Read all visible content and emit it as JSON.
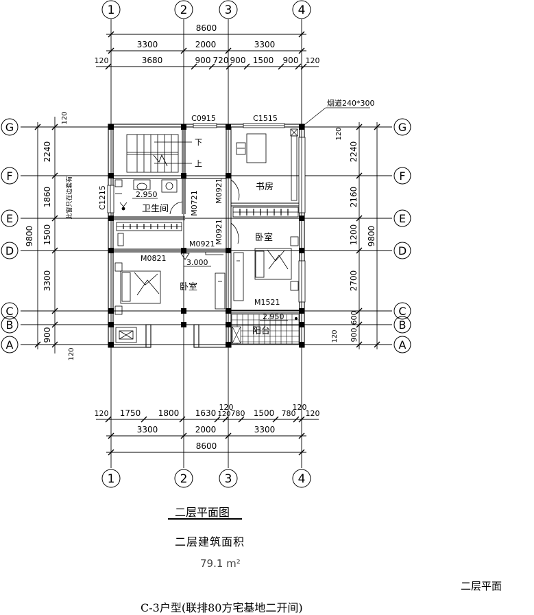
{
  "grid": {
    "vertical": [
      "1",
      "2",
      "3",
      "4"
    ],
    "horizontal": [
      "G",
      "F",
      "E",
      "D",
      "C",
      "B",
      "A"
    ]
  },
  "top_dims": {
    "overall": "8600",
    "bays": [
      "3300",
      "2000",
      "3300"
    ],
    "detail": [
      "120",
      "3680",
      "900",
      "720",
      "900",
      "1500",
      "900",
      "120"
    ]
  },
  "bottom_dims": {
    "overall": "8600",
    "bays": [
      "3300",
      "2000",
      "3300"
    ],
    "detail": [
      "120",
      "1750",
      "1800",
      "1630",
      "120",
      "780",
      "1500",
      "780",
      "120"
    ],
    "upper": [
      "120",
      "120"
    ]
  },
  "left_dims": {
    "overall": "9800",
    "spans": [
      "2240",
      "1860",
      "1500",
      "3300",
      "900"
    ],
    "edge": [
      "120",
      "120"
    ]
  },
  "right_dims": {
    "overall": "9800",
    "spans": [
      "2240",
      "2160",
      "1200",
      "2700",
      "600",
      "900"
    ],
    "edge": [
      "120",
      "120"
    ]
  },
  "windows": {
    "c0915": "C0915",
    "c1515": "C1515",
    "c1215": "C1215"
  },
  "doors": {
    "m0721": "M0721",
    "m0921a": "M0921",
    "m0921b": "M0921",
    "m0921c": "M0921",
    "m0821": "M0821",
    "m1521": "M1521"
  },
  "rooms": {
    "study": "书房",
    "bath": "卫生间",
    "bedroom_right": "卧室",
    "bedroom_left": "卧室",
    "balcony": "阳台"
  },
  "stairs": {
    "down": "下",
    "up": "上"
  },
  "elevations": {
    "bath": "2.950",
    "hall": "3.000",
    "balcony": "2.950"
  },
  "notes": {
    "flue": "烟道240*300",
    "window_note": "此窗只在边套有"
  },
  "title": "二层平面图",
  "area_label": "二层建筑面积",
  "area_value": "79.1 m²",
  "corner_label": "二层平面",
  "footer": "C-3户型(联排80方宅基地二开间)"
}
